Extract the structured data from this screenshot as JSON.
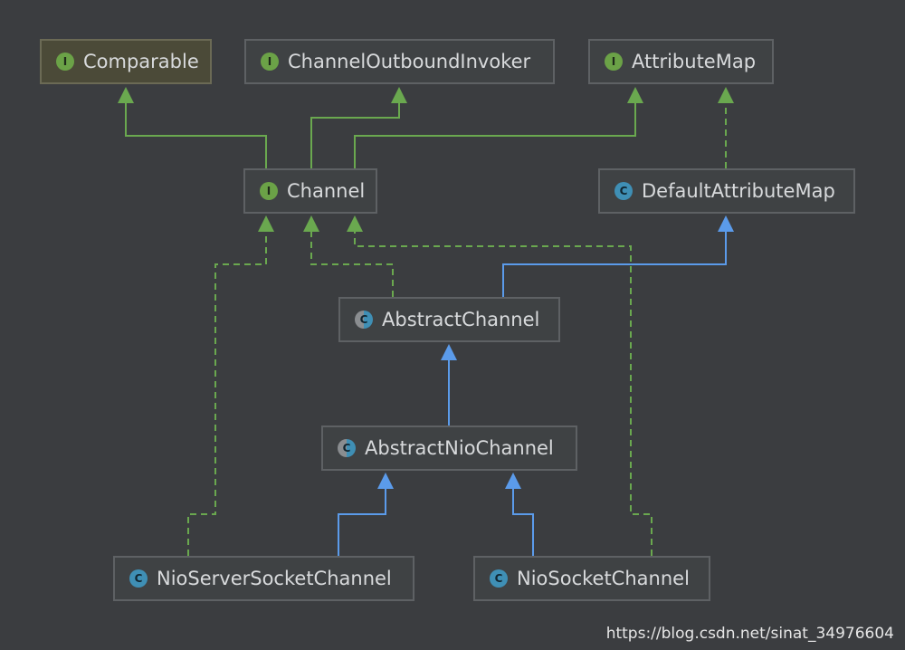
{
  "nodes": {
    "comparable": {
      "label": "Comparable",
      "kind": "I"
    },
    "channel_outbound_invoker": {
      "label": "ChannelOutboundInvoker",
      "kind": "I"
    },
    "attribute_map": {
      "label": "AttributeMap",
      "kind": "I"
    },
    "channel": {
      "label": "Channel",
      "kind": "I"
    },
    "default_attribute_map": {
      "label": "DefaultAttributeMap",
      "kind": "C"
    },
    "abstract_channel": {
      "label": "AbstractChannel",
      "kind": "C"
    },
    "abstract_nio_channel": {
      "label": "AbstractNioChannel",
      "kind": "C"
    },
    "nio_server_socket_channel": {
      "label": "NioServerSocketChannel",
      "kind": "C"
    },
    "nio_socket_channel": {
      "label": "NioSocketChannel",
      "kind": "C"
    }
  },
  "edges": [
    {
      "from": "Channel",
      "to": "Comparable",
      "kind": "extends-interface"
    },
    {
      "from": "Channel",
      "to": "ChannelOutboundInvoker",
      "kind": "extends-interface"
    },
    {
      "from": "Channel",
      "to": "AttributeMap",
      "kind": "extends-interface"
    },
    {
      "from": "DefaultAttributeMap",
      "to": "AttributeMap",
      "kind": "implements"
    },
    {
      "from": "AbstractChannel",
      "to": "Channel",
      "kind": "implements"
    },
    {
      "from": "AbstractChannel",
      "to": "DefaultAttributeMap",
      "kind": "extends"
    },
    {
      "from": "AbstractNioChannel",
      "to": "AbstractChannel",
      "kind": "extends"
    },
    {
      "from": "NioServerSocketChannel",
      "to": "AbstractNioChannel",
      "kind": "extends"
    },
    {
      "from": "NioSocketChannel",
      "to": "AbstractNioChannel",
      "kind": "extends"
    },
    {
      "from": "NioServerSocketChannel",
      "to": "Channel",
      "kind": "implements"
    },
    {
      "from": "NioSocketChannel",
      "to": "Channel",
      "kind": "implements"
    }
  ],
  "colors": {
    "interface_edge": "#6aa84f",
    "class_edge": "#5b9bea",
    "interface_badge": "#6ba247",
    "class_badge": "#3f8fb5"
  },
  "watermark": "https://blog.csdn.net/sinat_34976604"
}
